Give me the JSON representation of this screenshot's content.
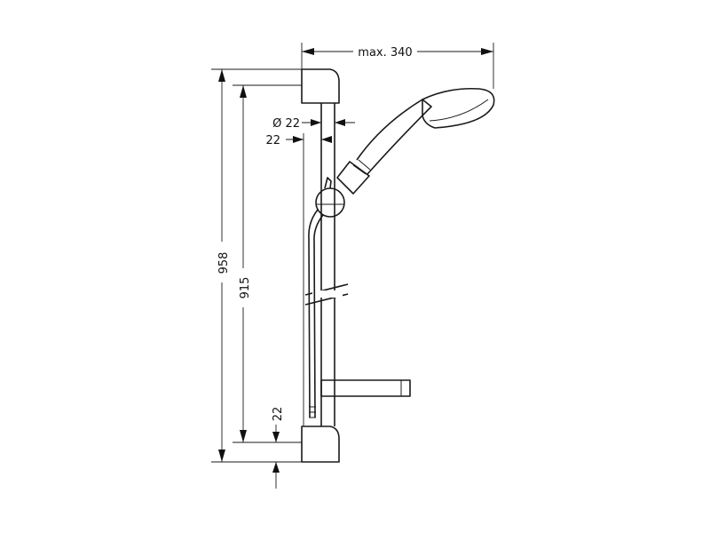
{
  "dimensions": {
    "max_reach": "max. 340",
    "diameter": "Ø 22",
    "rail_offset": "22",
    "total_height": "958",
    "rail_height": "915",
    "bottom_offset": "22"
  }
}
